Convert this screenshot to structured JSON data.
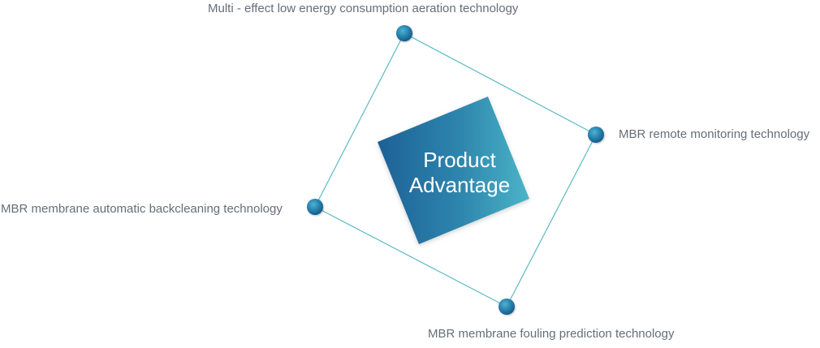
{
  "center": {
    "line1": "Product",
    "line2": "Advantage"
  },
  "nodes": {
    "top": "Multi - effect low energy consumption aeration technology",
    "right": "MBR remote monitoring technology",
    "left": "MBR membrane automatic backcleaning technology",
    "bottom": "MBR membrane fouling prediction technology"
  },
  "colors": {
    "connector_line": "#5bbac4",
    "node_dark": "#1c6b98",
    "node_light": "#3aa7c8",
    "center_dark": "#1d6196",
    "center_light": "#4cb4c7",
    "label_text": "#666e78"
  }
}
